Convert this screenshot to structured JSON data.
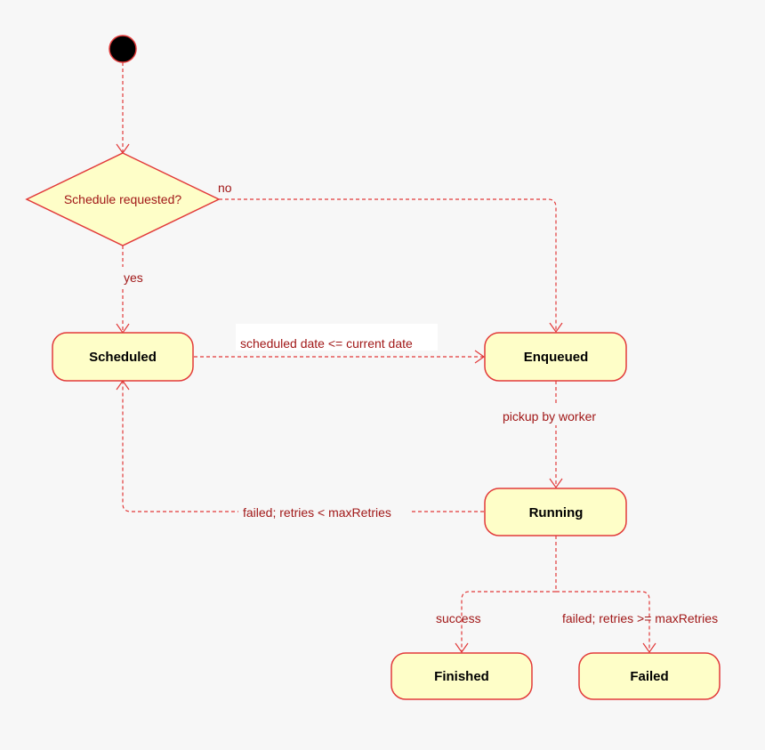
{
  "colors": {
    "background": "#f7f7f7",
    "node_fill": "#fefec8",
    "node_stroke": "#e23a3a",
    "edge": "#e23a3a",
    "edge_text": "#a11818",
    "start_fill": "#000000"
  },
  "diagram": {
    "decision": {
      "label": "Schedule requested?"
    },
    "states": {
      "scheduled": "Scheduled",
      "enqueued": "Enqueued",
      "running": "Running",
      "finished": "Finished",
      "failed": "Failed"
    },
    "edges": {
      "no": "no",
      "yes": "yes",
      "scheduled_to_enqueued": "scheduled date <= current date",
      "pickup": "pickup by worker",
      "retry": "failed; retries < maxRetries",
      "success": "success",
      "fail_final": "failed; retries >= maxRetries"
    }
  }
}
